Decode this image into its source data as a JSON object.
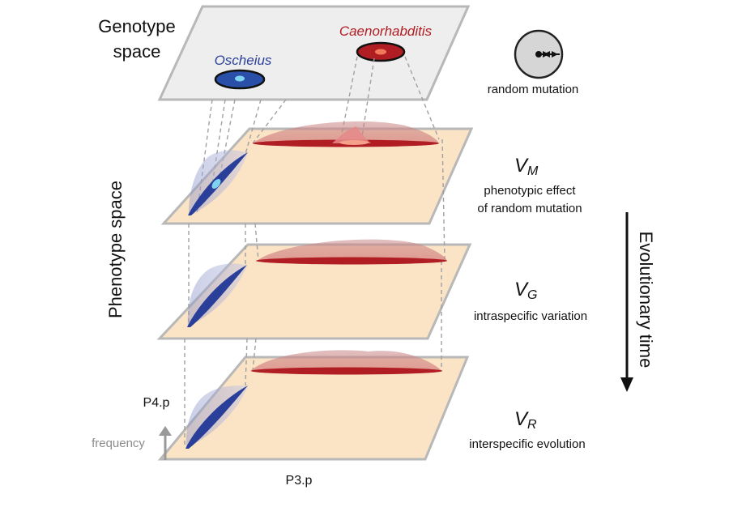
{
  "genotype_space": {
    "title_line1": "Genotype",
    "title_line2": "space"
  },
  "species": {
    "oscheius": "Oscheius",
    "caenorhabditis": "Caenorhabditis"
  },
  "legend": {
    "random_mutation": "random mutation"
  },
  "phenotype_space": {
    "title": "Phenotype space"
  },
  "levels": {
    "vm": {
      "symbol": "V",
      "subscript": "M",
      "line1": "phenotypic effect",
      "line2": "of random mutation"
    },
    "vg": {
      "symbol": "V",
      "subscript": "G",
      "line1": "intraspecific variation"
    },
    "vr": {
      "symbol": "V",
      "subscript": "R",
      "line1": "interspecific evolution"
    }
  },
  "time_axis": {
    "label": "Evolutionary time"
  },
  "axes": {
    "y_label": "P4.p",
    "x_label": "P3.p",
    "z_label": "frequency"
  },
  "colors": {
    "plane_fill": "#fbe3c6",
    "plane_stroke": "#b8b8b8",
    "genotype_fill": "#eeeeee",
    "oscheius": "#2a3f9a",
    "caenorhabditis": "#b01d22",
    "light_blue": "#7fd3f0",
    "light_red": "#f07a5a"
  }
}
